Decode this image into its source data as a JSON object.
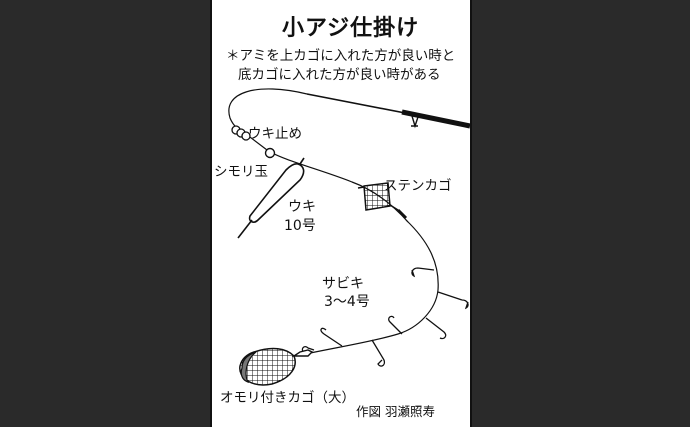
{
  "title": "小アジ仕掛け",
  "note": {
    "line1": "＊アミを上カゴに入れた方が良い時と",
    "line2": "底カゴに入れた方が良い時がある"
  },
  "labels": {
    "uki_dome": "ウキ止め",
    "shimori_dama": "シモリ玉",
    "uki_line1": "ウキ",
    "uki_line2": "10号",
    "sten_kago": "ステンカゴ",
    "sabiki_line1": "サビキ",
    "sabiki_line2": "3〜4号",
    "omori_kago": "オモリ付きカゴ（大）"
  },
  "credit": "作図 羽瀬照寿",
  "colors": {
    "background": "#2a2a2a",
    "board": "#ffffff",
    "ink": "#111111",
    "basket_fill": "#777777"
  }
}
